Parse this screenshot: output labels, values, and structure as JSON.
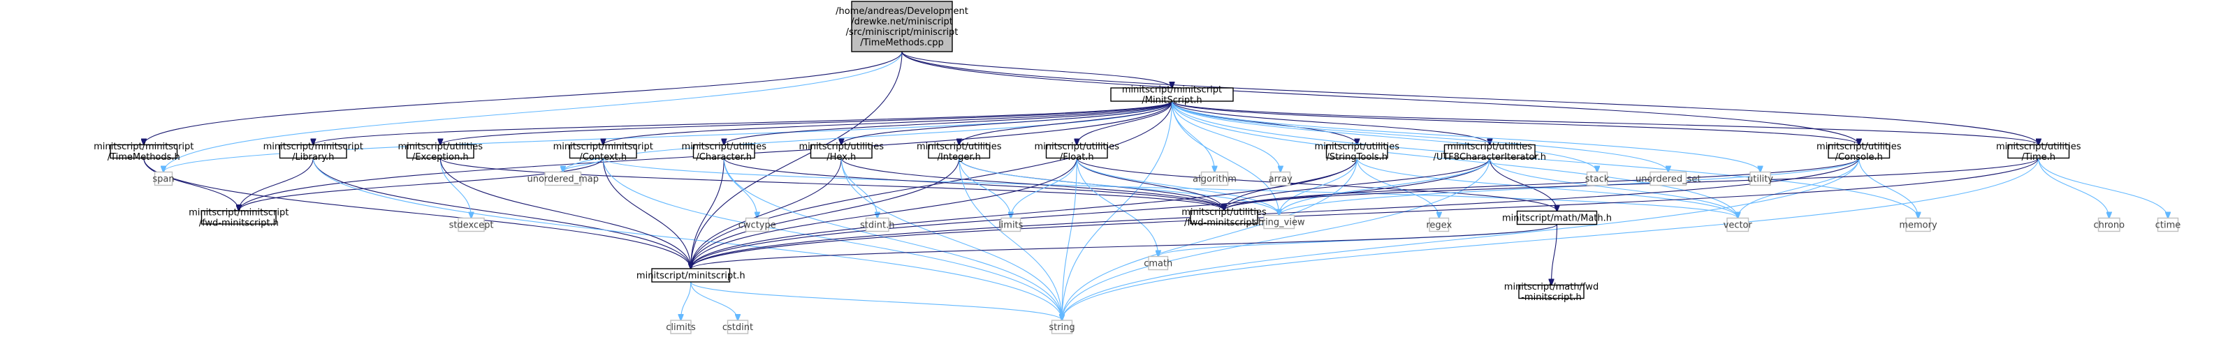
{
  "colors": {
    "root_fill": "#bfbfbf",
    "root_stroke": "#000000",
    "node_fill": "#ffffff",
    "node_stroke": "#000000",
    "sys_stroke": "#bfbfbf",
    "edge_main": "#191970",
    "edge_light": "#63b8ff"
  },
  "nodes": [
    {
      "id": "root",
      "kind": "root",
      "lines": [
        "/home/andreas/Development",
        "/drewke.net/miniscript",
        "/src/miniscript/miniscript",
        "/TimeMethods.cpp"
      ]
    },
    {
      "id": "MinitScript_h",
      "kind": "file",
      "lines": [
        "minitscript/minitscript",
        "/MinitScript.h"
      ]
    },
    {
      "id": "TimeMethods_h",
      "kind": "file",
      "lines": [
        "minitscript/minitscript",
        "/TimeMethods.h"
      ]
    },
    {
      "id": "span",
      "kind": "sys",
      "lines": [
        "span"
      ]
    },
    {
      "id": "Library_h",
      "kind": "file",
      "lines": [
        "minitscript/minitscript",
        "/Library.h"
      ]
    },
    {
      "id": "Exception_h",
      "kind": "file",
      "lines": [
        "minitscript/utilities",
        "/Exception.h"
      ]
    },
    {
      "id": "unordered_map",
      "kind": "sys",
      "lines": [
        "unordered_map"
      ]
    },
    {
      "id": "Context_h",
      "kind": "file",
      "lines": [
        "minitscript/minitscript",
        "/Context.h"
      ]
    },
    {
      "id": "Character_h",
      "kind": "file",
      "lines": [
        "minitscript/utilities",
        "/Character.h"
      ]
    },
    {
      "id": "Hex_h",
      "kind": "file",
      "lines": [
        "minitscript/utilities",
        "/Hex.h"
      ]
    },
    {
      "id": "Integer_h",
      "kind": "file",
      "lines": [
        "minitscript/utilities",
        "/Integer.h"
      ]
    },
    {
      "id": "Float_h",
      "kind": "file",
      "lines": [
        "minitscript/utilities",
        "/Float.h"
      ]
    },
    {
      "id": "algorithm",
      "kind": "sys",
      "lines": [
        "algorithm"
      ]
    },
    {
      "id": "array",
      "kind": "sys",
      "lines": [
        "array"
      ]
    },
    {
      "id": "StringTools_h",
      "kind": "file",
      "lines": [
        "minitscript/utilities",
        "/StringTools.h"
      ]
    },
    {
      "id": "UTF8_h",
      "kind": "file",
      "lines": [
        "minitscript/utilities",
        "/UTF8CharacterIterator.h"
      ]
    },
    {
      "id": "stack",
      "kind": "sys",
      "lines": [
        "stack"
      ]
    },
    {
      "id": "unordered_set",
      "kind": "sys",
      "lines": [
        "unordered_set"
      ]
    },
    {
      "id": "utility",
      "kind": "sys",
      "lines": [
        "utility"
      ]
    },
    {
      "id": "Console_h",
      "kind": "file",
      "lines": [
        "minitscript/utilities",
        "/Console.h"
      ]
    },
    {
      "id": "Time_h",
      "kind": "file",
      "lines": [
        "minitscript/utilities",
        "/Time.h"
      ]
    },
    {
      "id": "fwd_ms",
      "kind": "file",
      "lines": [
        "minitscript/minitscript",
        "/fwd-minitscript.h"
      ]
    },
    {
      "id": "stdexcept",
      "kind": "sys",
      "lines": [
        "stdexcept"
      ]
    },
    {
      "id": "cwctype",
      "kind": "sys",
      "lines": [
        "cwctype"
      ]
    },
    {
      "id": "stdint_h",
      "kind": "sys",
      "lines": [
        "stdint.h"
      ]
    },
    {
      "id": "limits",
      "kind": "sys",
      "lines": [
        "limits"
      ]
    },
    {
      "id": "fwd_util",
      "kind": "file",
      "lines": [
        "minitscript/utilities",
        "/fwd-minitscript.h"
      ]
    },
    {
      "id": "string_view",
      "kind": "sys",
      "lines": [
        "string_view"
      ]
    },
    {
      "id": "regex",
      "kind": "sys",
      "lines": [
        "regex"
      ]
    },
    {
      "id": "Math_h",
      "kind": "file",
      "lines": [
        "minitscript/math/Math.h"
      ]
    },
    {
      "id": "vector",
      "kind": "sys",
      "lines": [
        "vector"
      ]
    },
    {
      "id": "memory",
      "kind": "sys",
      "lines": [
        "memory"
      ]
    },
    {
      "id": "chrono",
      "kind": "sys",
      "lines": [
        "chrono"
      ]
    },
    {
      "id": "ctime",
      "kind": "sys",
      "lines": [
        "ctime"
      ]
    },
    {
      "id": "minitscript_h",
      "kind": "file",
      "lines": [
        "minitscript/minitscript.h"
      ]
    },
    {
      "id": "cmath",
      "kind": "sys",
      "lines": [
        "cmath"
      ]
    },
    {
      "id": "math_fwd",
      "kind": "file",
      "lines": [
        "minitscript/math/fwd",
        "-minitscript.h"
      ]
    },
    {
      "id": "climits",
      "kind": "sys",
      "lines": [
        "climits"
      ]
    },
    {
      "id": "cstdint",
      "kind": "sys",
      "lines": [
        "cstdint"
      ]
    },
    {
      "id": "string",
      "kind": "sys",
      "lines": [
        "string"
      ]
    }
  ],
  "edges": [
    [
      "root",
      "MinitScript_h"
    ],
    [
      "root",
      "TimeMethods_h"
    ],
    [
      "root",
      "span"
    ],
    [
      "root",
      "minitscript_h"
    ],
    [
      "root",
      "Console_h"
    ],
    [
      "root",
      "Time_h"
    ],
    [
      "MinitScript_h",
      "span"
    ],
    [
      "MinitScript_h",
      "fwd_ms"
    ],
    [
      "MinitScript_h",
      "minitscript_h"
    ],
    [
      "MinitScript_h",
      "Library_h"
    ],
    [
      "MinitScript_h",
      "Exception_h"
    ],
    [
      "MinitScript_h",
      "unordered_map"
    ],
    [
      "MinitScript_h",
      "Context_h"
    ],
    [
      "MinitScript_h",
      "Character_h"
    ],
    [
      "MinitScript_h",
      "Hex_h"
    ],
    [
      "MinitScript_h",
      "Integer_h"
    ],
    [
      "MinitScript_h",
      "Float_h"
    ],
    [
      "MinitScript_h",
      "algorithm"
    ],
    [
      "MinitScript_h",
      "array"
    ],
    [
      "MinitScript_h",
      "StringTools_h"
    ],
    [
      "MinitScript_h",
      "UTF8_h"
    ],
    [
      "MinitScript_h",
      "stack"
    ],
    [
      "MinitScript_h",
      "unordered_set"
    ],
    [
      "MinitScript_h",
      "utility"
    ],
    [
      "MinitScript_h",
      "Console_h"
    ],
    [
      "MinitScript_h",
      "Time_h"
    ],
    [
      "MinitScript_h",
      "string_view"
    ],
    [
      "MinitScript_h",
      "vector"
    ],
    [
      "MinitScript_h",
      "memory"
    ],
    [
      "MinitScript_h",
      "string"
    ],
    [
      "TimeMethods_h",
      "fwd_ms"
    ],
    [
      "TimeMethods_h",
      "minitscript_h"
    ],
    [
      "Library_h",
      "fwd_ms"
    ],
    [
      "Library_h",
      "minitscript_h"
    ],
    [
      "Library_h",
      "string"
    ],
    [
      "Exception_h",
      "stdexcept"
    ],
    [
      "Exception_h",
      "minitscript_h"
    ],
    [
      "Exception_h",
      "fwd_util"
    ],
    [
      "Context_h",
      "fwd_ms"
    ],
    [
      "Context_h",
      "unordered_map"
    ],
    [
      "Context_h",
      "minitscript_h"
    ],
    [
      "Context_h",
      "string"
    ],
    [
      "Context_h",
      "vector"
    ],
    [
      "Character_h",
      "cwctype"
    ],
    [
      "Character_h",
      "minitscript_h"
    ],
    [
      "Character_h",
      "fwd_util"
    ],
    [
      "Character_h",
      "string"
    ],
    [
      "Hex_h",
      "stdint_h"
    ],
    [
      "Hex_h",
      "minitscript_h"
    ],
    [
      "Hex_h",
      "fwd_util"
    ],
    [
      "Hex_h",
      "string"
    ],
    [
      "Integer_h",
      "limits"
    ],
    [
      "Integer_h",
      "minitscript_h"
    ],
    [
      "Integer_h",
      "fwd_util"
    ],
    [
      "Integer_h",
      "string"
    ],
    [
      "Integer_h",
      "string_view"
    ],
    [
      "Float_h",
      "limits"
    ],
    [
      "Float_h",
      "cmath"
    ],
    [
      "Float_h",
      "minitscript_h"
    ],
    [
      "Float_h",
      "fwd_util"
    ],
    [
      "Float_h",
      "string"
    ],
    [
      "Float_h",
      "string_view"
    ],
    [
      "Float_h",
      "Math_h"
    ],
    [
      "StringTools_h",
      "regex"
    ],
    [
      "StringTools_h",
      "minitscript_h"
    ],
    [
      "StringTools_h",
      "fwd_util"
    ],
    [
      "StringTools_h",
      "string_view"
    ],
    [
      "StringTools_h",
      "string"
    ],
    [
      "StringTools_h",
      "vector"
    ],
    [
      "UTF8_h",
      "Math_h"
    ],
    [
      "UTF8_h",
      "minitscript_h"
    ],
    [
      "UTF8_h",
      "fwd_util"
    ],
    [
      "UTF8_h",
      "string_view"
    ],
    [
      "UTF8_h",
      "vector"
    ],
    [
      "UTF8_h",
      "string"
    ],
    [
      "Console_h",
      "memory"
    ],
    [
      "Console_h",
      "vector"
    ],
    [
      "Console_h",
      "minitscript_h"
    ],
    [
      "Console_h",
      "fwd_util"
    ],
    [
      "Console_h",
      "string"
    ],
    [
      "Console_h",
      "string_view"
    ],
    [
      "Time_h",
      "chrono"
    ],
    [
      "Time_h",
      "ctime"
    ],
    [
      "Time_h",
      "minitscript_h"
    ],
    [
      "Time_h",
      "fwd_util"
    ],
    [
      "Time_h",
      "string"
    ],
    [
      "Math_h",
      "cmath"
    ],
    [
      "Math_h",
      "minitscript_h"
    ],
    [
      "Math_h",
      "math_fwd"
    ],
    [
      "minitscript_h",
      "climits"
    ],
    [
      "minitscript_h",
      "cstdint"
    ],
    [
      "minitscript_h",
      "string"
    ]
  ]
}
